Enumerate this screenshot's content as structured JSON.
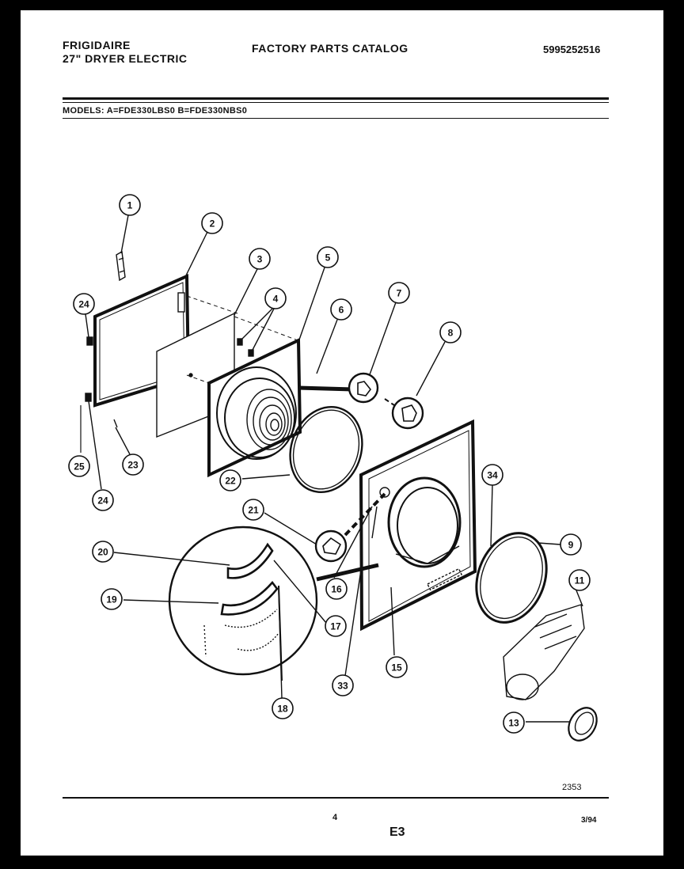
{
  "header": {
    "brand": "FRIGIDAIRE",
    "product": "27\" DRYER ELECTRIC",
    "catalog_title": "FACTORY PARTS CATALOG",
    "part_number": "5995252516",
    "models_line": "MODELS:   A=FDE330LBS0     B=FDE330NBS0"
  },
  "footer": {
    "diagram_number": "2353",
    "page_number": "4",
    "section": "E3",
    "date": "3/94"
  },
  "callouts": [
    {
      "id": "c1",
      "label": "1"
    },
    {
      "id": "c2",
      "label": "2"
    },
    {
      "id": "c3",
      "label": "3"
    },
    {
      "id": "c4",
      "label": "4"
    },
    {
      "id": "c5",
      "label": "5"
    },
    {
      "id": "c6",
      "label": "6"
    },
    {
      "id": "c7",
      "label": "7"
    },
    {
      "id": "c8",
      "label": "8"
    },
    {
      "id": "c9",
      "label": "9"
    },
    {
      "id": "c11",
      "label": "11"
    },
    {
      "id": "c13",
      "label": "13"
    },
    {
      "id": "c15",
      "label": "15"
    },
    {
      "id": "c16",
      "label": "16"
    },
    {
      "id": "c17",
      "label": "17"
    },
    {
      "id": "c18",
      "label": "18"
    },
    {
      "id": "c19",
      "label": "19"
    },
    {
      "id": "c20",
      "label": "20"
    },
    {
      "id": "c21",
      "label": "21"
    },
    {
      "id": "c22",
      "label": "22"
    },
    {
      "id": "c23",
      "label": "23"
    },
    {
      "id": "c24a",
      "label": "24"
    },
    {
      "id": "c24b",
      "label": "24"
    },
    {
      "id": "c25",
      "label": "25"
    },
    {
      "id": "c33",
      "label": "33"
    },
    {
      "id": "c34",
      "label": "34"
    }
  ]
}
